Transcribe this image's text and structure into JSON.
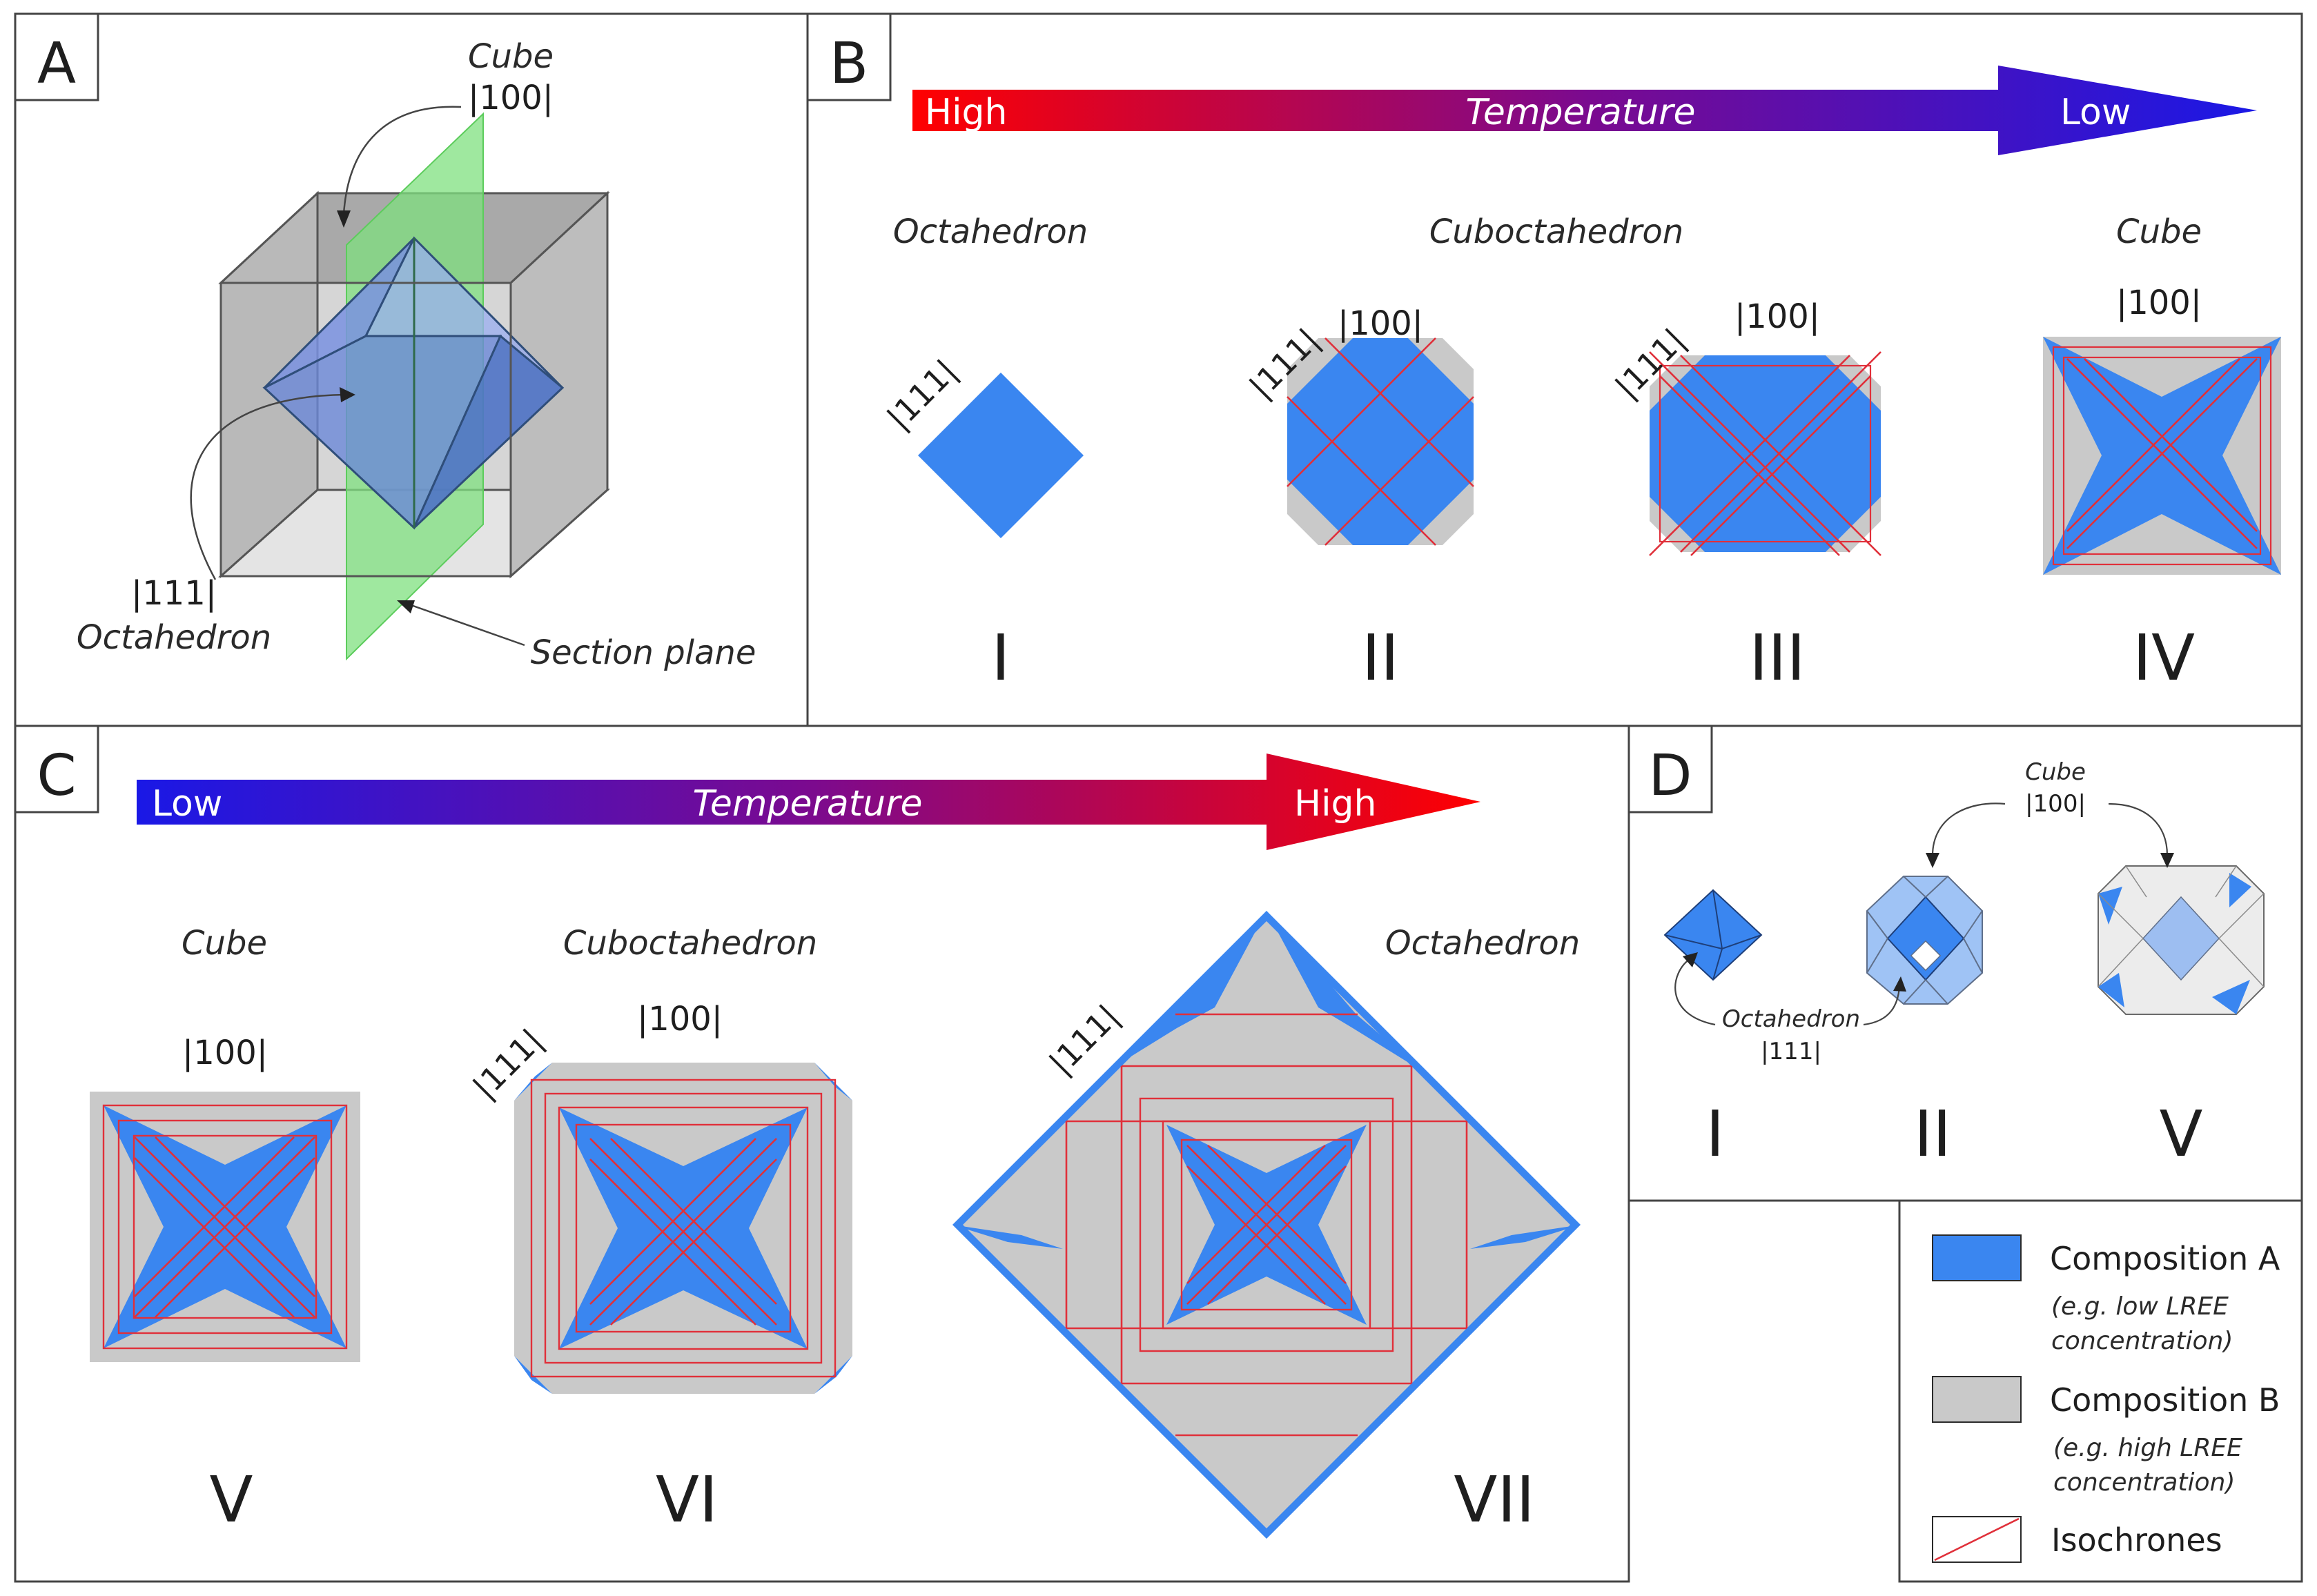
{
  "panels": {
    "a": {
      "letter": "A",
      "cube_label": "Cube",
      "cube_index": "|100|",
      "octa_index": "|111|",
      "octa_label": "Octahedron",
      "section_label": "Section plane"
    },
    "b": {
      "letter": "B",
      "arrow": {
        "left": "High",
        "center": "Temperature",
        "right": "Low"
      },
      "names": {
        "octahedron": "Octahedron",
        "cuboctahedron": "Cuboctahedron",
        "cube": "Cube"
      },
      "index_111": "|111|",
      "index_100": "|100|",
      "numerals": [
        "I",
        "II",
        "III",
        "IV"
      ]
    },
    "c": {
      "letter": "C",
      "arrow": {
        "left": "Low",
        "center": "Temperature",
        "right": "High"
      },
      "names": {
        "cube": "Cube",
        "cuboctahedron": "Cuboctahedron",
        "octahedron": "Octahedron"
      },
      "index_111": "|111|",
      "index_100": "|100|",
      "numerals": [
        "V",
        "VI",
        "VII"
      ]
    },
    "d": {
      "letter": "D",
      "cube_label": "Cube",
      "cube_index": "|100|",
      "octa_label": "Octahedron",
      "octa_index": "|111|",
      "numerals": [
        "I",
        "II",
        "V"
      ]
    }
  },
  "legend": {
    "items": [
      {
        "label": "Composition A",
        "note_line1": "(e.g. low LREE",
        "note_line2": "concentration)",
        "color": "#3a86f0"
      },
      {
        "label": "Composition B",
        "note_line1": "(e.g. high LREE",
        "note_line2": "concentration)",
        "color": "#c9c9c9"
      },
      {
        "label": "Isochrones",
        "color": "#e0303a"
      }
    ]
  },
  "colors": {
    "composition_a": "#3a86f0",
    "composition_b": "#c9c9c9",
    "isochrone": "#e0303a",
    "section_plane": "#7fe07f",
    "hot": "#ff0000",
    "mid": "#7b0a8f",
    "cold": "#1a18e6"
  }
}
